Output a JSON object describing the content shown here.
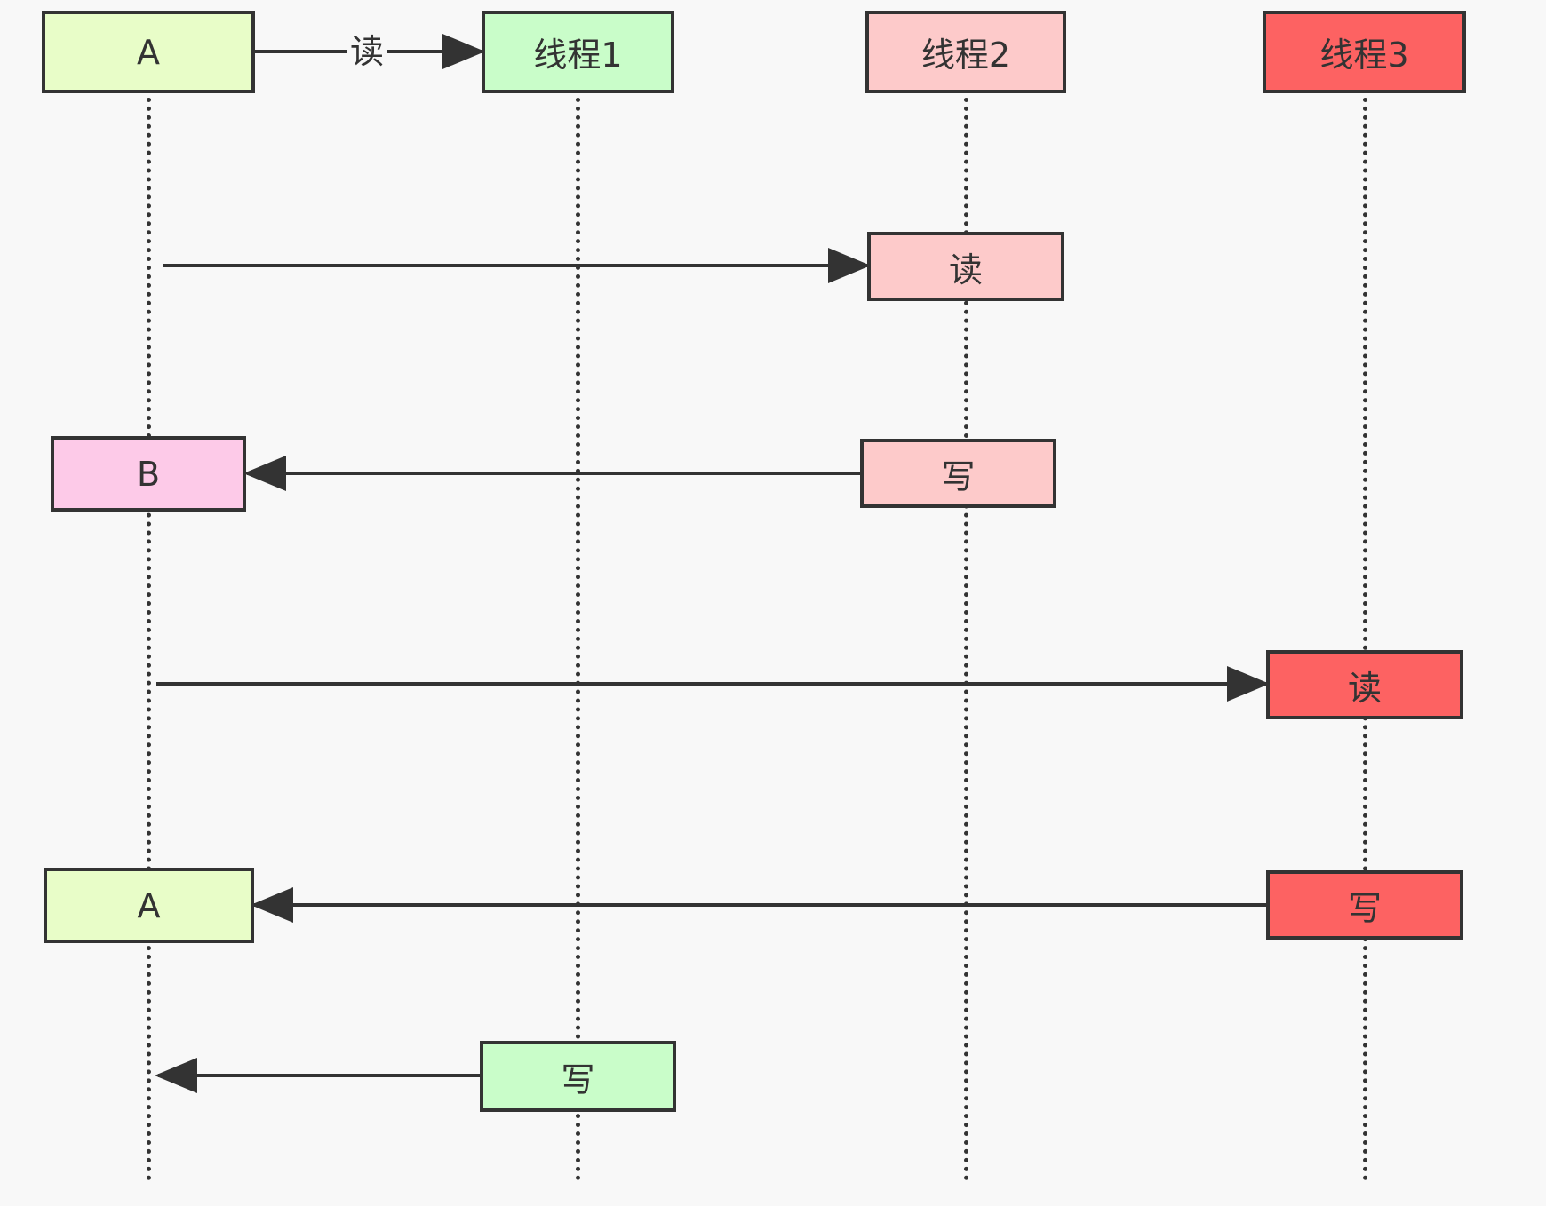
{
  "colors": {
    "a": "#e8fdc8",
    "thread1": "#c9fdc9",
    "thread2": "#fdcaca",
    "thread3": "#fd6262",
    "b": "#fdcae8",
    "line": "#333333"
  },
  "headers": {
    "a": "A",
    "thread1": "线程1",
    "thread2": "线程2",
    "thread3": "线程3"
  },
  "messages": {
    "read1_label": "读",
    "read2": "读",
    "write2": "写",
    "b": "B",
    "read3": "读",
    "a2": "A",
    "write3": "写",
    "write1": "写"
  }
}
